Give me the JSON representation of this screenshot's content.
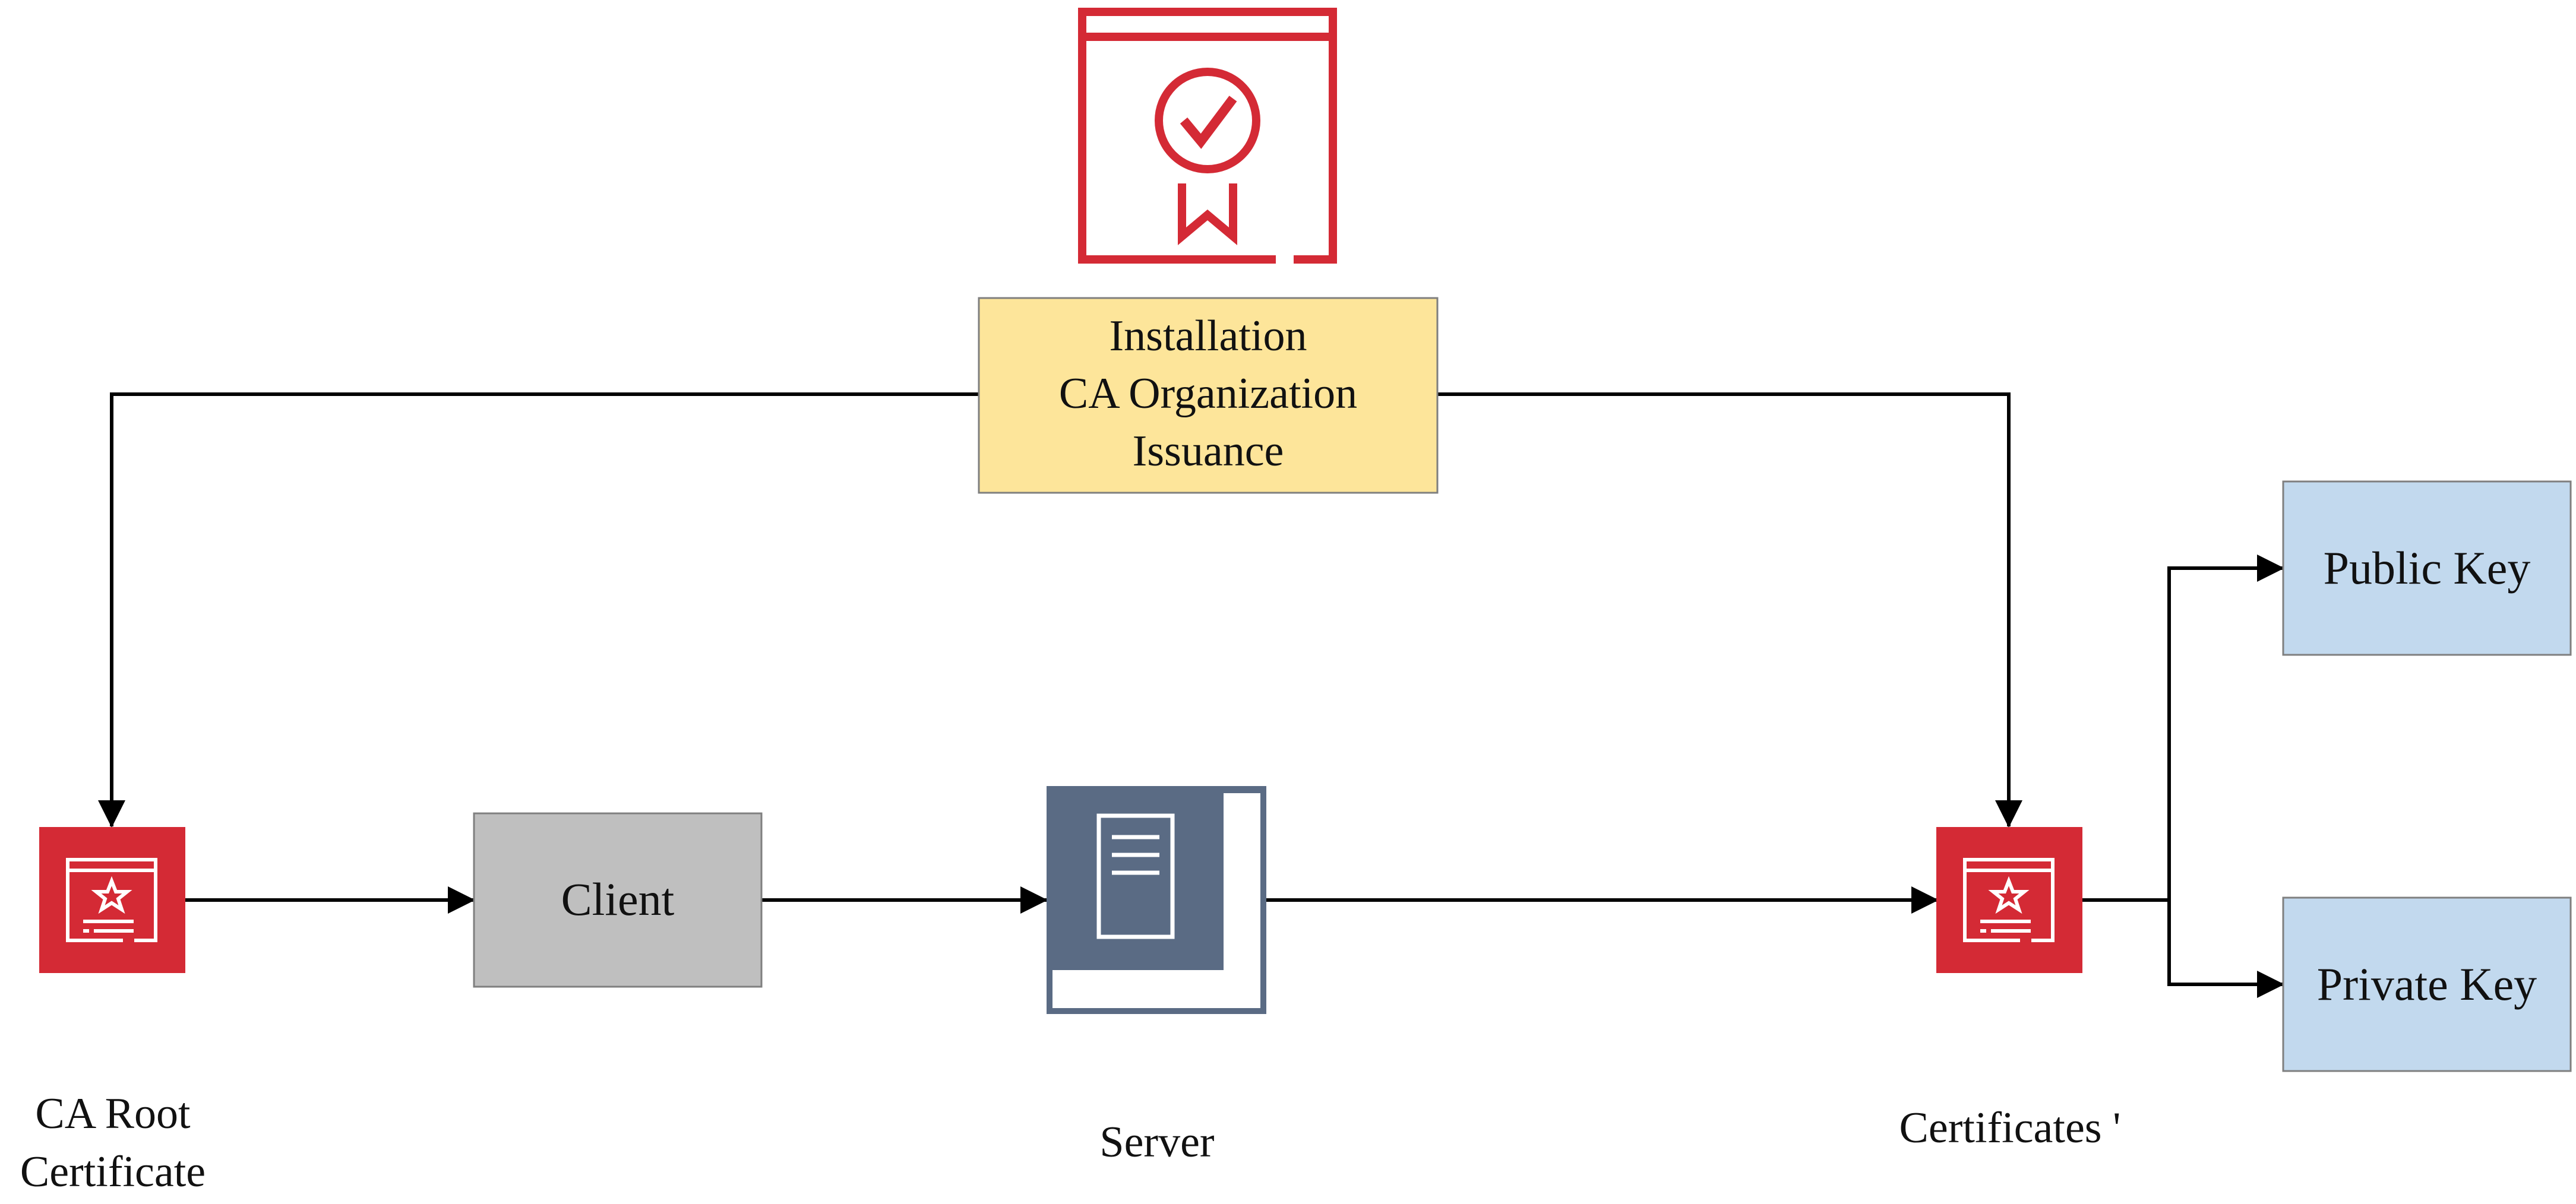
{
  "nodes": {
    "issuer": {
      "lines": [
        "Installation",
        "CA Organization",
        "Issuance"
      ],
      "fill": "#fde59a",
      "icon": "certificate-badge-icon"
    },
    "client": {
      "label": "Client",
      "fill": "#bfbfbf"
    },
    "server": {
      "label": "Server",
      "icon": "server-icon",
      "color": "#5a6b84"
    },
    "ca_root": {
      "lines": [
        "CA Root",
        "Certificate"
      ],
      "icon": "certificate-star-icon",
      "color": "#d42a35"
    },
    "certificates": {
      "label": "Certificates '",
      "icon": "certificate-star-icon",
      "color": "#d42a35"
    },
    "public_key": {
      "label": "Public Key",
      "fill": "#c2d9ee"
    },
    "private_key": {
      "label": "Private Key",
      "fill": "#c2d9ee"
    }
  },
  "edges": [
    {
      "from": "issuer",
      "to": "ca_root"
    },
    {
      "from": "issuer",
      "to": "certificates"
    },
    {
      "from": "ca_root",
      "to": "client"
    },
    {
      "from": "client",
      "to": "server"
    },
    {
      "from": "server",
      "to": "certificates"
    },
    {
      "from": "certificates",
      "to": "public_key"
    },
    {
      "from": "certificates",
      "to": "private_key"
    }
  ]
}
